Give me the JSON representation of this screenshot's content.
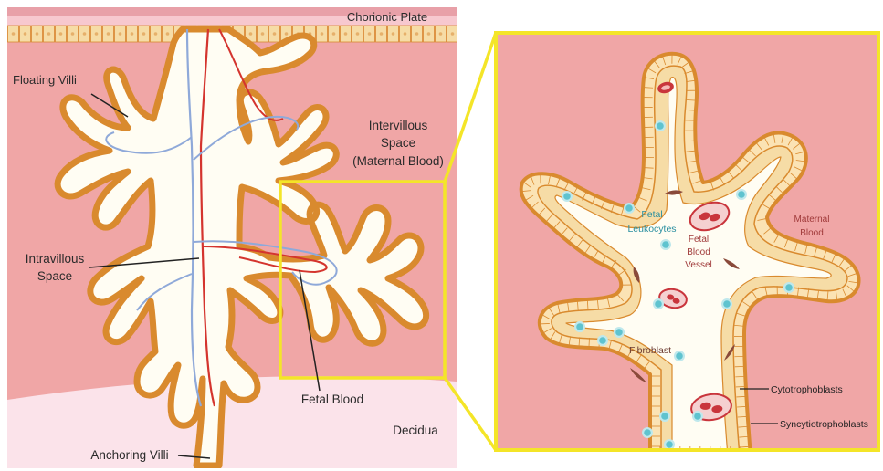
{
  "left_panel": {
    "labels": {
      "chorionic_plate": "Chorionic Plate",
      "floating_villi": "Floating Villi",
      "intervillous_line1": "Intervillous",
      "intervillous_line2": "Space",
      "intervillous_line3": "(Maternal Blood)",
      "intravillous_line1": "Intravillous",
      "intravillous_line2": "Space",
      "fetal_blood": "Fetal Blood",
      "decidua": "Decidua",
      "anchoring_villi": "Anchoring Villi"
    }
  },
  "right_panel": {
    "labels": {
      "fetal_leukocytes_line1": "Fetal",
      "fetal_leukocytes_line2": "Leukocytes",
      "fetal_blood_vessel_line1": "Fetal",
      "fetal_blood_vessel_line2": "Blood",
      "fetal_blood_vessel_line3": "Vessel",
      "maternal_blood_line1": "Maternal",
      "maternal_blood_line2": "Blood",
      "fibroblast": "Fibroblast",
      "cytotrophoblasts": "Cytotrophoblasts",
      "syncytiotrophoblasts": "Syncytiotrophoblasts"
    }
  },
  "colors": {
    "maternal_pink": "#f0a6a6",
    "decidua_pink": "#fbe3ea",
    "villus_outline": "#d98a2e",
    "villus_fill": "#fffdf3",
    "trophoblast_cell": "#f6dca6",
    "fetal_artery": "#d4342e",
    "fetal_vein": "#8fa9d9",
    "zoom_frame": "#f4e528",
    "leukocyte": "#7ed3dc",
    "red_cell": "#c9353c",
    "fibroblast": "#8a4a3a",
    "teal_text": "#2a8fa0",
    "red_text": "#a03a3a"
  }
}
